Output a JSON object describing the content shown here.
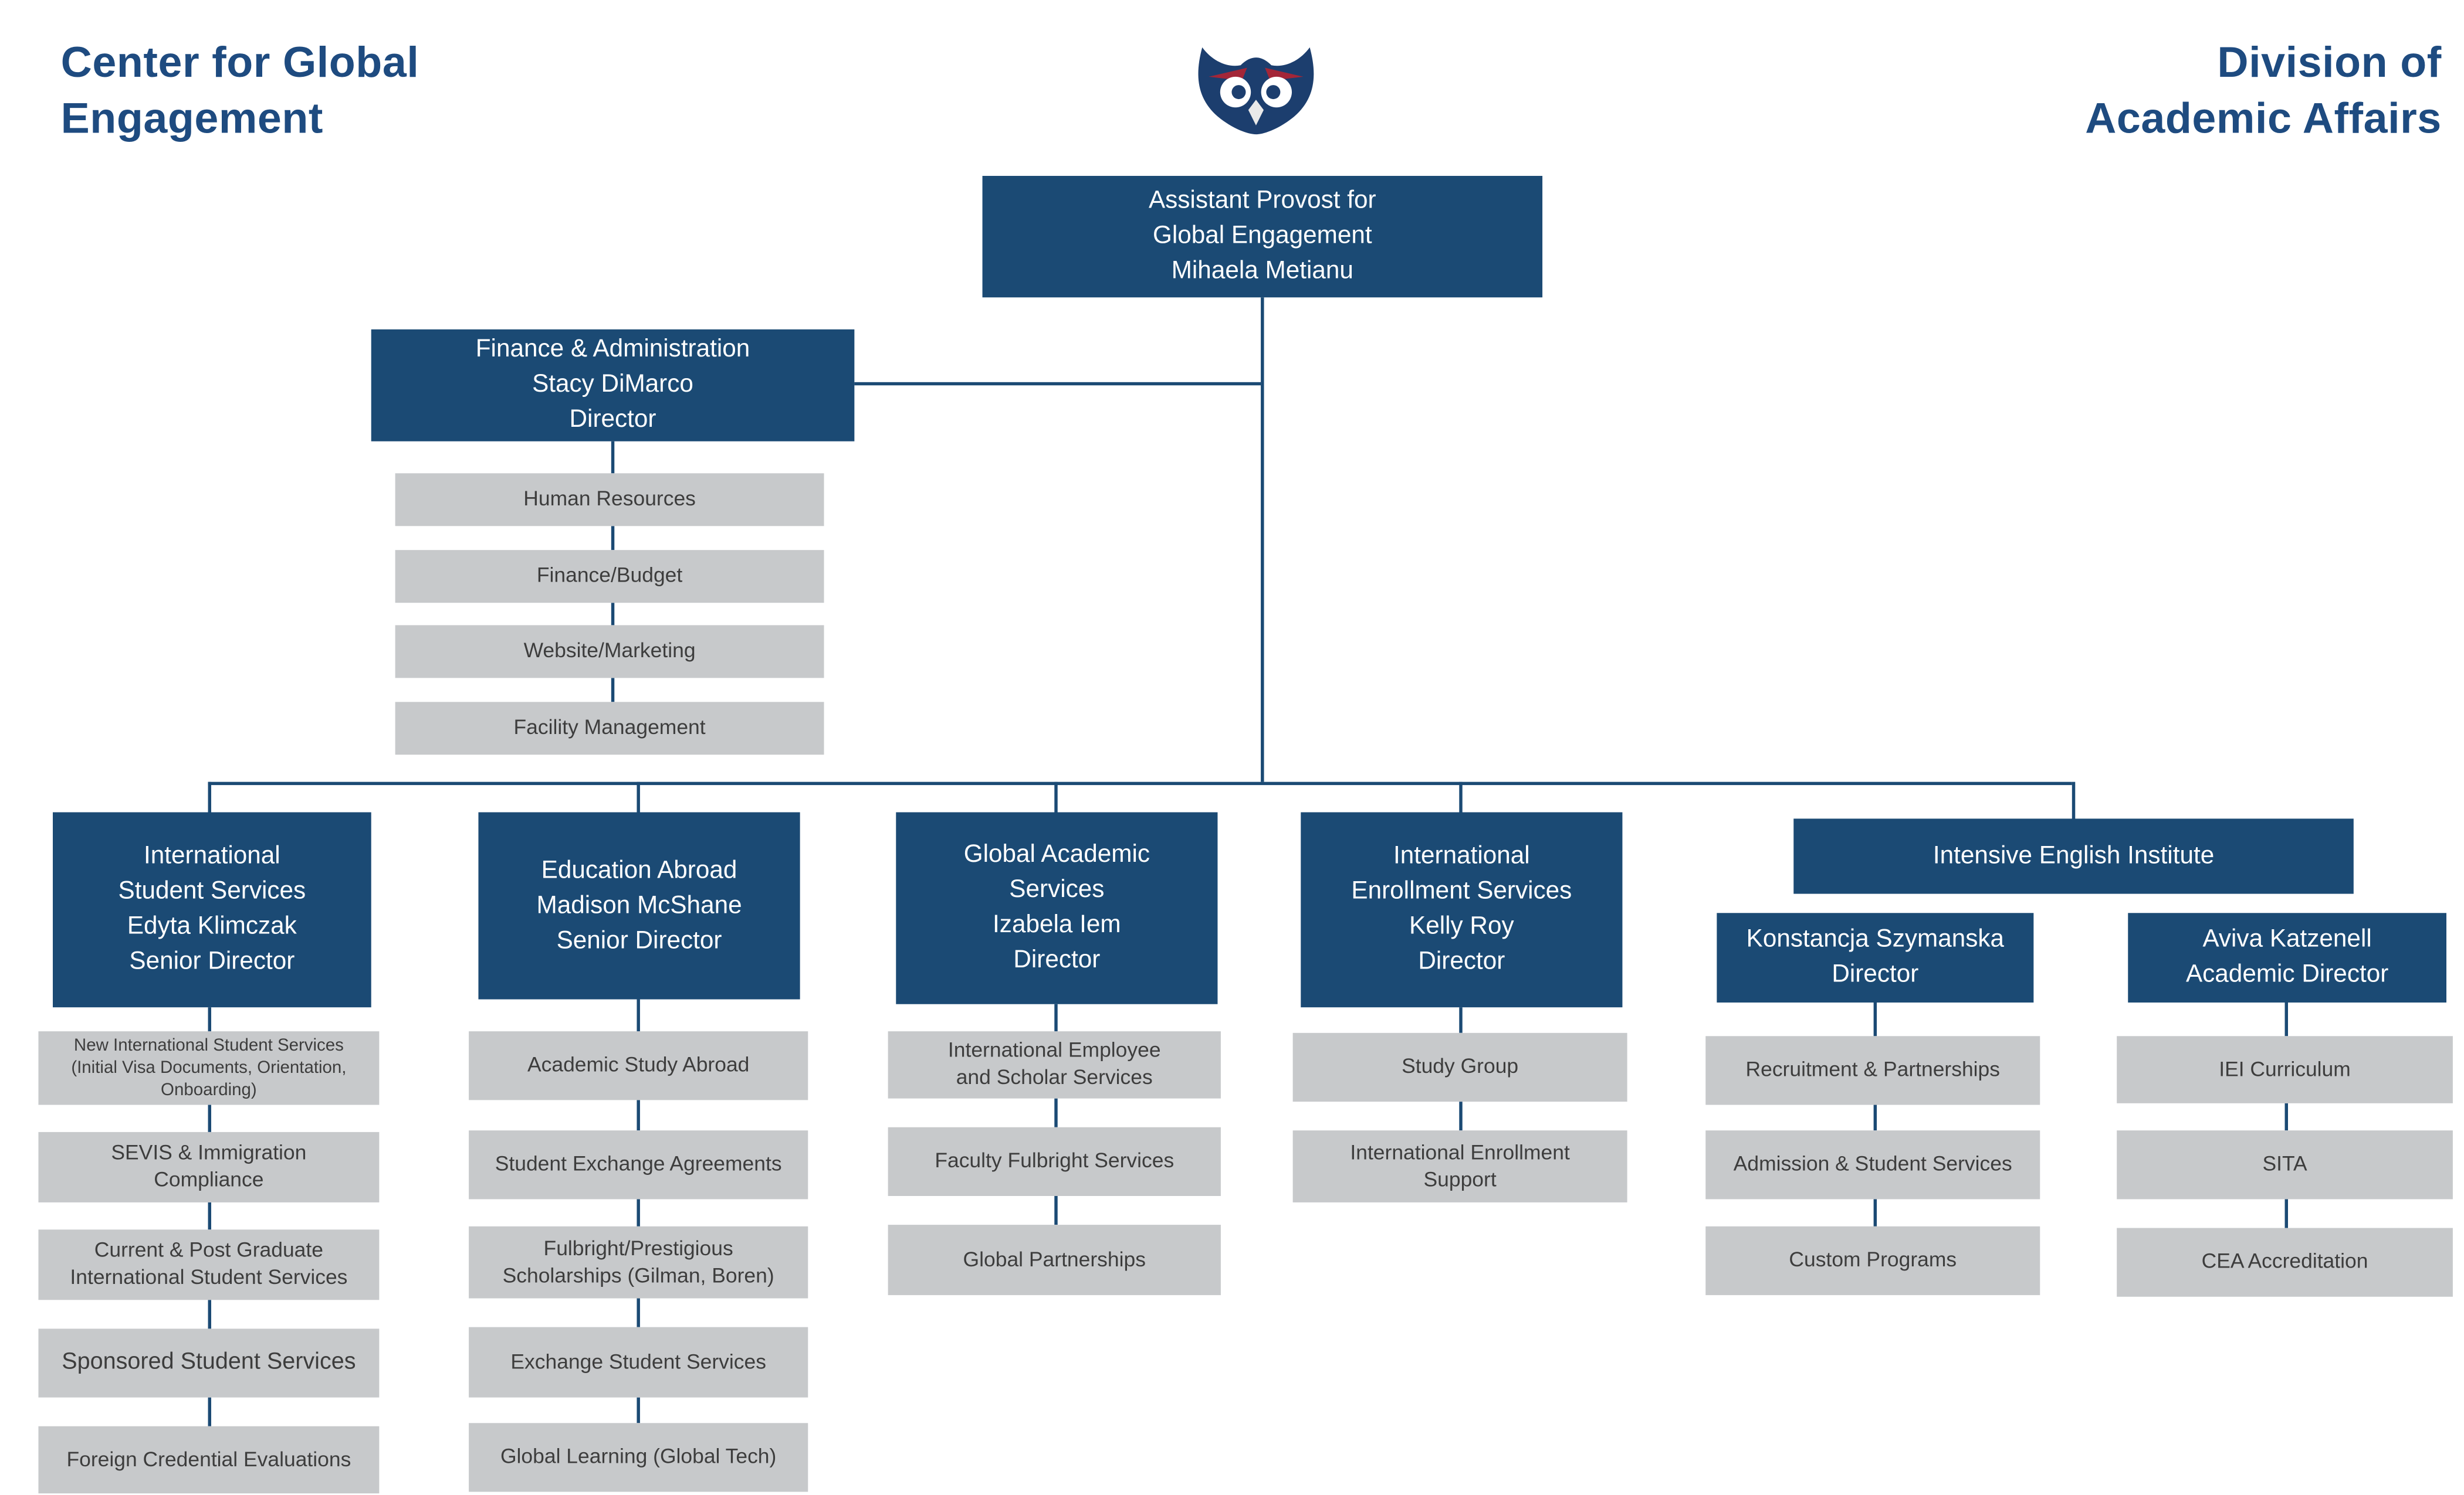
{
  "page": {
    "left_title": "Center for Global\nEngagement",
    "right_title": "Division of\nAcademic Affairs"
  },
  "logo": {
    "name": "fau-owl-logo"
  },
  "colors": {
    "navy_box": "#1b4a74",
    "gray_box": "#c7c9cb",
    "title_blue": "#1e4b80",
    "logo_red": "#a32638"
  },
  "org": {
    "root": "Assistant Provost for\nGlobal Engagement\nMihaela Metianu",
    "finance": {
      "head": "Finance & Administration\nStacy DiMarco\nDirector",
      "children": [
        "Human Resources",
        "Finance/Budget",
        "Website/Marketing",
        "Facility Management"
      ]
    },
    "divisions": [
      {
        "head": "International\nStudent Services\nEdyta Klimczak\nSenior Director",
        "children": [
          "New International Student Services\n(Initial Visa Documents, Orientation,\nOnboarding)",
          "SEVIS & Immigration\nCompliance",
          "Current & Post Graduate\nInternational Student Services",
          "Sponsored Student Services",
          "Foreign Credential Evaluations"
        ]
      },
      {
        "head": "Education Abroad\nMadison McShane\nSenior Director",
        "children": [
          "Academic Study Abroad",
          "Student Exchange Agreements",
          "Fulbright/Prestigious\nScholarships (Gilman, Boren)",
          "Exchange Student Services",
          "Global Learning (Global Tech)"
        ]
      },
      {
        "head": "Global Academic\nServices\nIzabela Iem\nDirector",
        "children": [
          "International Employee\nand Scholar Services",
          "Faculty Fulbright Services",
          "Global Partnerships"
        ]
      },
      {
        "head": "International\nEnrollment Services\nKelly Roy\nDirector",
        "children": [
          "Study Group",
          "International Enrollment\nSupport"
        ]
      },
      {
        "head": "Intensive English Institute",
        "sub_heads": [
          "Konstancja Szymanska\nDirector",
          "Aviva Katzenell\nAcademic Director"
        ],
        "children_left": [
          "Recruitment & Partnerships",
          "Admission & Student Services",
          "Custom Programs"
        ],
        "children_right": [
          "IEI Curriculum",
          "SITA",
          "CEA Accreditation"
        ]
      }
    ]
  }
}
